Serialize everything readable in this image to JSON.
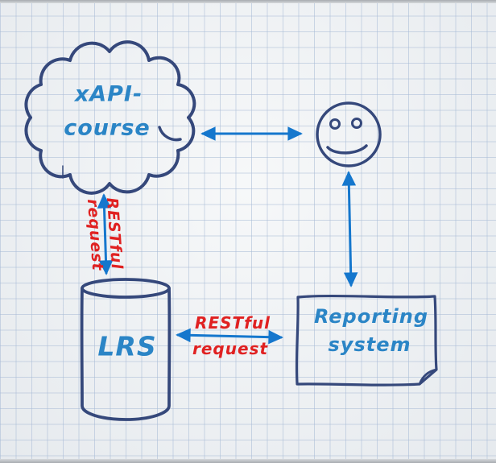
{
  "diagram": {
    "nodes": {
      "course": {
        "line1": "xAPI-",
        "line2": "course"
      },
      "user": {
        "icon": "smiley-face-icon"
      },
      "lrs": {
        "label": "LRS"
      },
      "reporting": {
        "line1": "Reporting",
        "line2": "system"
      }
    },
    "edges": {
      "course_user": {
        "type": "double-arrow"
      },
      "user_reporting": {
        "type": "double-arrow"
      },
      "course_lrs": {
        "type": "double-arrow",
        "label_line1": "RESTful",
        "label_line2": "request"
      },
      "lrs_reporting": {
        "type": "double-arrow",
        "label_line1": "RESTful",
        "label_line2": "request"
      }
    },
    "colors": {
      "ink_navy": "#35487b",
      "label_blue": "#2b85c6",
      "arrow_blue": "#1577cd",
      "label_red": "#e02121",
      "paper": "#eef1f3",
      "grid_line": "#a8bbd6"
    }
  }
}
